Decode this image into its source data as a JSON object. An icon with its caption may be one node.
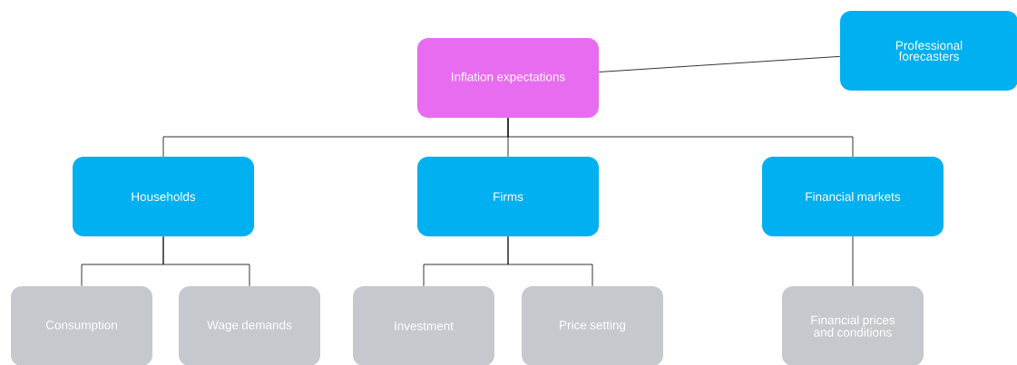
{
  "diagram": {
    "nodes": [
      {
        "text": [
          "Inflation expectations"
        ]
      },
      {
        "text": [
          "Professional forecasters"
        ]
      },
      {
        "text": [
          "Households"
        ]
      },
      {
        "text": [
          "Firms"
        ]
      },
      {
        "text": [
          "Financial markets"
        ]
      },
      {
        "text": [
          "Consumption"
        ]
      },
      {
        "text": [
          "Wage demands"
        ]
      },
      {
        "text": [
          "Investment"
        ]
      },
      {
        "text": [
          "Price setting"
        ]
      },
      {
        "text": [
          "Financial prices and conditions"
        ]
      }
    ],
    "edges": [
      {
        "from": 0,
        "to": 1,
        "arrow": "none"
      },
      {
        "from": 0,
        "to": 2,
        "arrow": "none"
      },
      {
        "from": 0,
        "to": 3,
        "arrow": "none"
      },
      {
        "from": 0,
        "to": 4,
        "arrow": "none"
      },
      {
        "from": 2,
        "to": 5,
        "arrow": "none"
      },
      {
        "from": 2,
        "to": 6,
        "arrow": "none"
      },
      {
        "from": 3,
        "to": 7,
        "arrow": "none"
      },
      {
        "from": 3,
        "to": 8,
        "arrow": "none"
      },
      {
        "from": 4,
        "to": 9,
        "arrow": "none"
      }
    ]
  }
}
